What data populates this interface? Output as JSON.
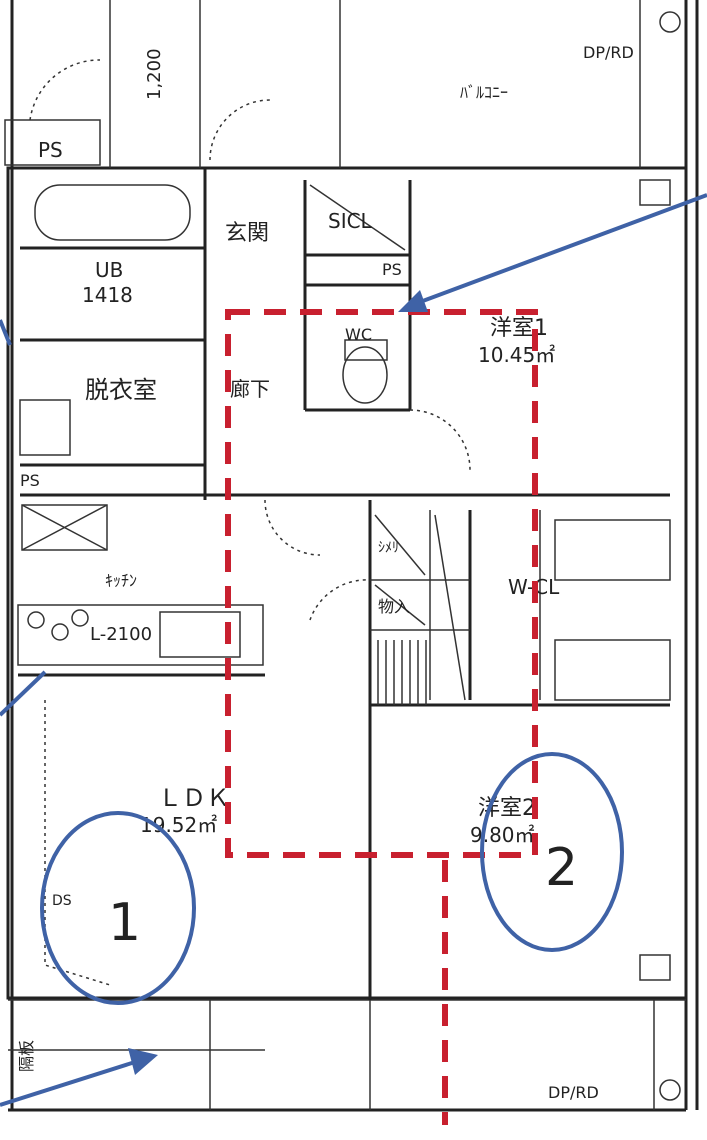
{
  "plan": {
    "labels": {
      "ps_top": "PS",
      "dim_1200": "1,200",
      "dp_rd_top": "DP/RD",
      "balcony": "ﾊﾞﾙｺﾆｰ",
      "ub": "UB",
      "ub_size": "1418",
      "genkan": "玄関",
      "sicl": "SICL",
      "ps_sicl": "PS",
      "wc": "WC",
      "room1": "洋室1",
      "room1_area": "10.45㎡",
      "dressing": "脱衣室",
      "hallway": "廊下",
      "ps_dressing": "PS",
      "kitchen": "ｷｯﾁﾝ",
      "kitchen_size": "L-2100",
      "shoes": "ｼﾒﾘ",
      "storage": "物入",
      "wicl": "W-CL",
      "ldk": "ＬＤＫ",
      "ldk_area": "19.52㎡",
      "room2": "洋室2",
      "room2_area": "9.80㎡",
      "ds": "DS",
      "partition": "隔板",
      "dp_rd_bottom": "DP/RD"
    },
    "annotations": {
      "circle1": "1",
      "circle2": "2"
    },
    "colors": {
      "highlight_dashed": "#c8202f",
      "annotation_blue": "#3f62a6"
    }
  }
}
